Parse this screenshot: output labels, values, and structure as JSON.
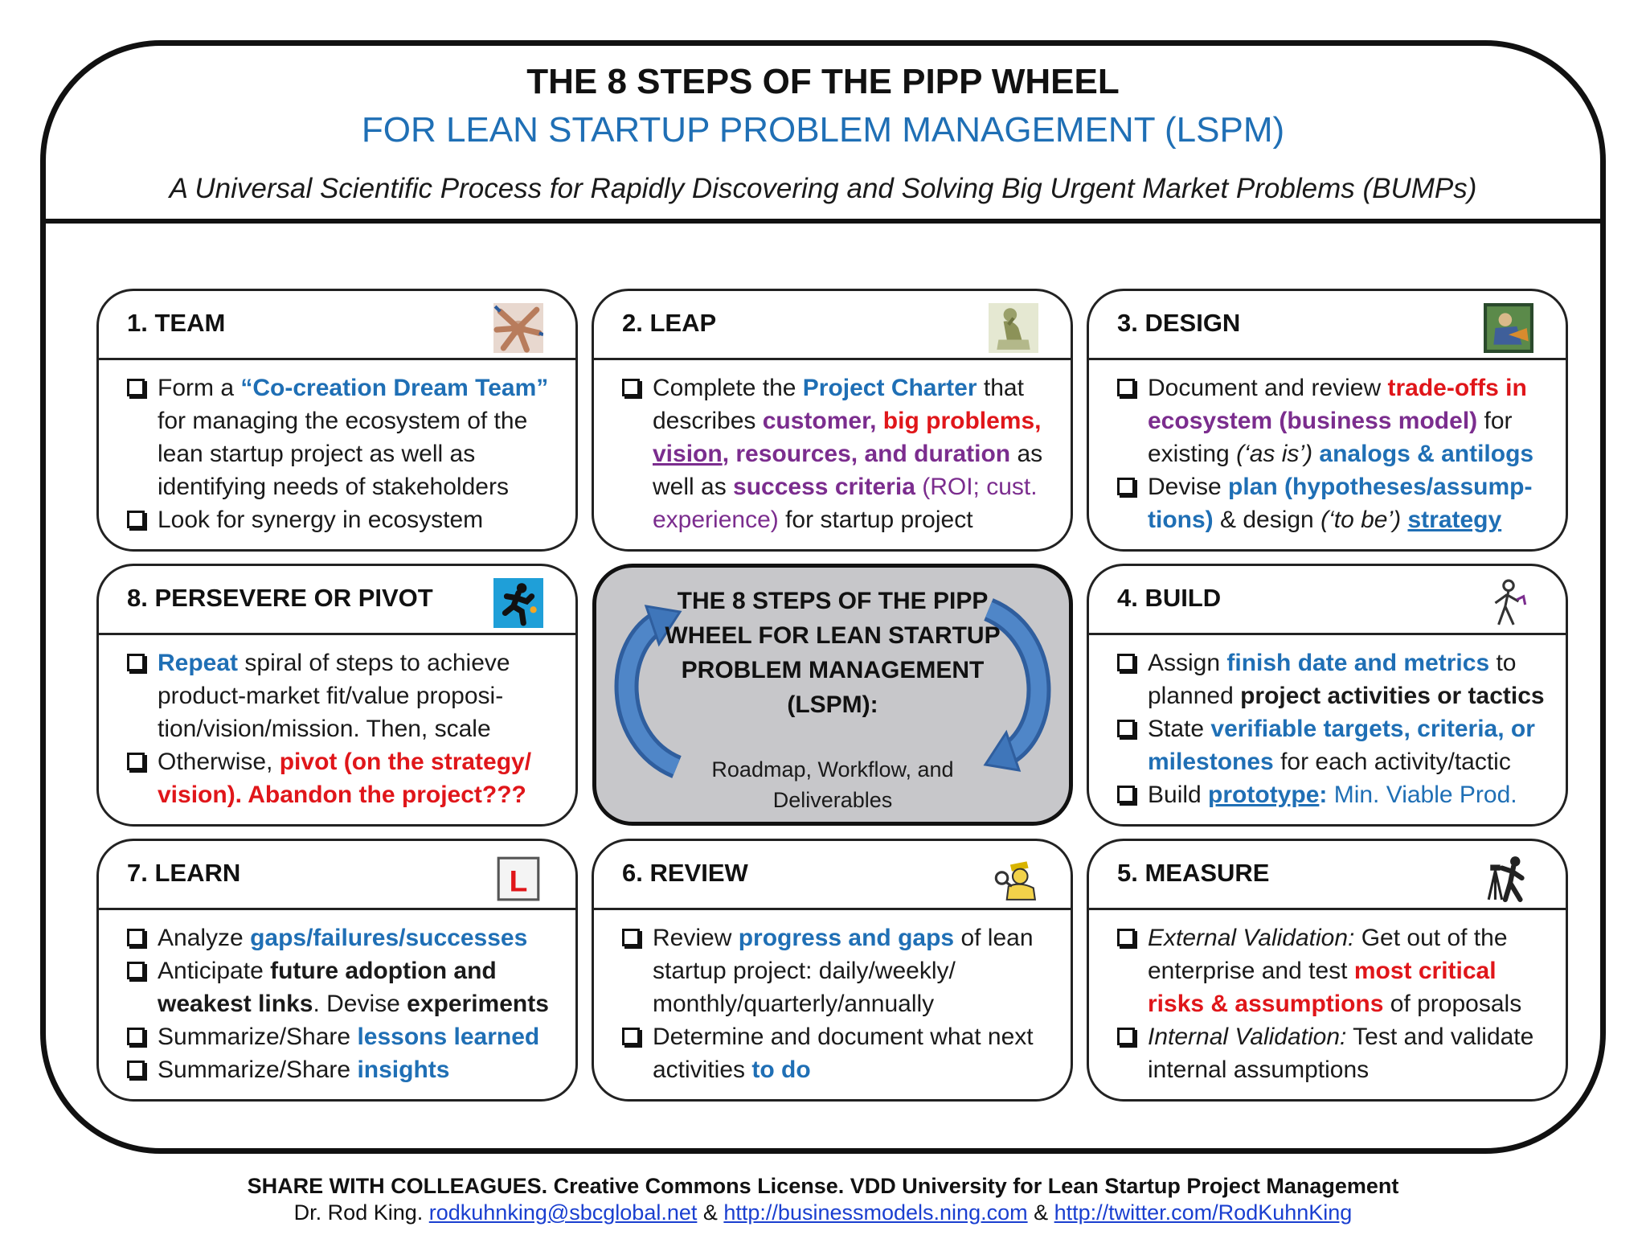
{
  "header": {
    "title": "THE 8 STEPS OF THE PIPP WHEEL",
    "subtitle": "FOR LEAN STARTUP PROBLEM MANAGEMENT (LSPM)",
    "tagline": "A Universal Scientific Process for Rapidly Discovering and Solving Big Urgent Market Problems (BUMPs)"
  },
  "colors": {
    "blue": "#1f6fb5",
    "red": "#e0161a",
    "purple": "#7b2d8e",
    "center_fill": "#c7c7ca",
    "arrow": "#3c6fb0"
  },
  "cards": {
    "team": {
      "title": "1. TEAM",
      "icon": "team-hands-icon",
      "i1": [
        "Form a ",
        "“Co-creation Dream Team”",
        " for managing the ecosystem of the lean startup project as well as identifying needs of stakeholders"
      ],
      "i2": [
        "Look for synergy in ecosystem"
      ]
    },
    "leap": {
      "title": "2. LEAP",
      "icon": "thinker-icon",
      "i1": [
        "Complete the ",
        "Project Charter",
        " that describes ",
        "customer, ",
        "big problems, ",
        "vision",
        ", resources, and duration",
        " as well as ",
        "success criteria",
        " (ROI; cust. experience)",
        " for startup project"
      ]
    },
    "design": {
      "title": "3. DESIGN",
      "icon": "designer-icon",
      "i1": [
        "Document and review  ",
        "trade-offs in",
        " ecosystem (business model)",
        " for existing ",
        "(‘as is’)",
        " analogs & antilogs"
      ],
      "i2": [
        "Devise ",
        "plan (hypotheses/assump-tions)",
        " & design ",
        "(‘to be’)",
        " ",
        "strategy"
      ]
    },
    "build": {
      "title": "4. BUILD",
      "icon": "builder-figure-icon",
      "i1": [
        "Assign ",
        "finish date and metrics",
        " to planned ",
        "project activities or tactics"
      ],
      "i2": [
        "State ",
        "verifiable targets, criteria, or milestones",
        " for each activity/tactic"
      ],
      "i3": [
        "Build ",
        "prototype",
        ":",
        " Min. Viable Prod."
      ]
    },
    "measure": {
      "title": "5. MEASURE",
      "icon": "surveyor-icon",
      "i1": [
        "External Validation:",
        " Get out of the enterprise and test ",
        "most critical risks & assumptions",
        " of proposals"
      ],
      "i2": [
        "Internal Validation:",
        " Test and validate internal assumptions"
      ]
    },
    "review": {
      "title": "6. REVIEW",
      "icon": "magnifier-person-icon",
      "i1": [
        "Review ",
        "progress and gaps",
        " of lean startup project: daily/weekly/ monthly/quarterly/annually"
      ],
      "i2": [
        "Determine and document what next activities ",
        "to do"
      ]
    },
    "learn": {
      "title": "7. LEARN",
      "icon": "learner-plate-icon",
      "icon_letter": "L",
      "i1": [
        "Analyze ",
        "gaps/failures/successes"
      ],
      "i2": [
        "Anticipate ",
        "future adoption and weakest links",
        ". Devise ",
        "experiments"
      ],
      "i3": [
        "Summarize/Share ",
        "lessons learned"
      ],
      "i4": [
        "Summarize/Share ",
        "insights"
      ]
    },
    "pivot": {
      "title": "8. PERSEVERE OR PIVOT",
      "icon": "runner-icon",
      "i1": [
        "Repeat",
        " spiral of steps to achieve product-market fit/value proposi-tion/vision/mission. Then, scale"
      ],
      "i2": [
        "Otherwise, ",
        "pivot (on the strategy/ vision). Abandon the project???"
      ]
    }
  },
  "center": {
    "title": "THE 8 STEPS OF THE PIPP WHEEL FOR LEAN STARTUP PROBLEM MANAGEMENT (LSPM):",
    "subtitle": "Roadmap, Workflow,  and Deliverables",
    "arrow_icon": "cycle-arrows-icon"
  },
  "footer": {
    "line1": "SHARE WITH COLLEAGUES. Creative Commons License. VDD University for Lean Startup Project Management",
    "author": "Dr. Rod King. ",
    "email": "rodkuhnking@sbcglobal.net",
    "sep1": " & ",
    "link1": "http://businessmodels.ning.com",
    "sep2": " & ",
    "link2": "http://twitter.com/RodKuhnKing"
  }
}
